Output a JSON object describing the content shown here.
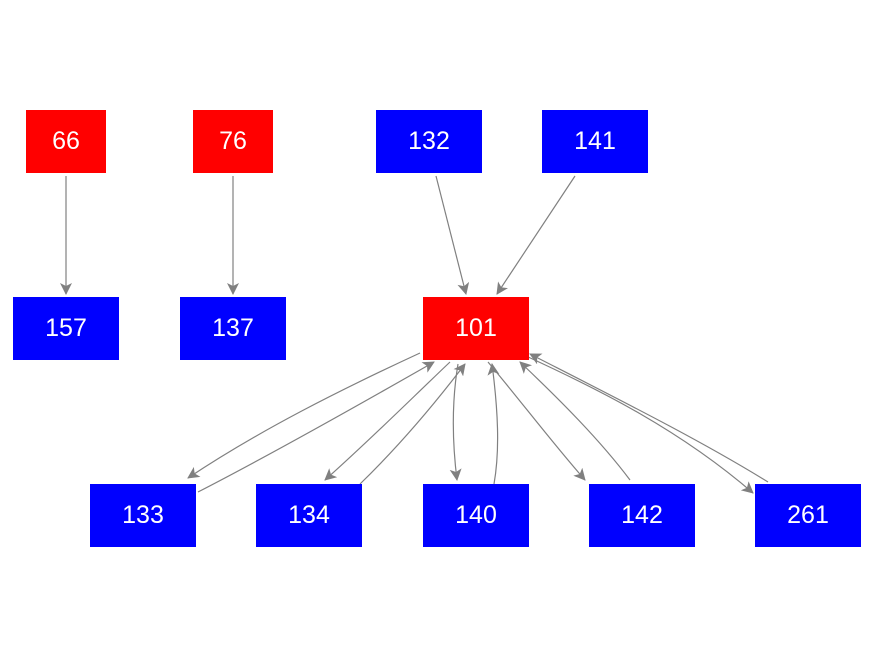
{
  "colors": {
    "red": "#ff0000",
    "blue": "#0000ff",
    "edge": "#808080"
  },
  "nodes": [
    {
      "id": "66",
      "label": "66",
      "color": "red"
    },
    {
      "id": "76",
      "label": "76",
      "color": "red"
    },
    {
      "id": "132",
      "label": "132",
      "color": "blue"
    },
    {
      "id": "141",
      "label": "141",
      "color": "blue"
    },
    {
      "id": "157",
      "label": "157",
      "color": "blue"
    },
    {
      "id": "137",
      "label": "137",
      "color": "blue"
    },
    {
      "id": "101",
      "label": "101",
      "color": "red"
    },
    {
      "id": "133",
      "label": "133",
      "color": "blue"
    },
    {
      "id": "134",
      "label": "134",
      "color": "blue"
    },
    {
      "id": "140",
      "label": "140",
      "color": "blue"
    },
    {
      "id": "142",
      "label": "142",
      "color": "blue"
    },
    {
      "id": "261",
      "label": "261",
      "color": "blue"
    }
  ],
  "edges": [
    {
      "from": "66",
      "to": "157"
    },
    {
      "from": "76",
      "to": "137"
    },
    {
      "from": "132",
      "to": "101"
    },
    {
      "from": "141",
      "to": "101"
    },
    {
      "from": "101",
      "to": "133"
    },
    {
      "from": "133",
      "to": "101"
    },
    {
      "from": "101",
      "to": "134"
    },
    {
      "from": "134",
      "to": "101"
    },
    {
      "from": "101",
      "to": "140"
    },
    {
      "from": "140",
      "to": "101"
    },
    {
      "from": "101",
      "to": "142"
    },
    {
      "from": "142",
      "to": "101"
    },
    {
      "from": "101",
      "to": "261"
    },
    {
      "from": "261",
      "to": "101"
    }
  ]
}
